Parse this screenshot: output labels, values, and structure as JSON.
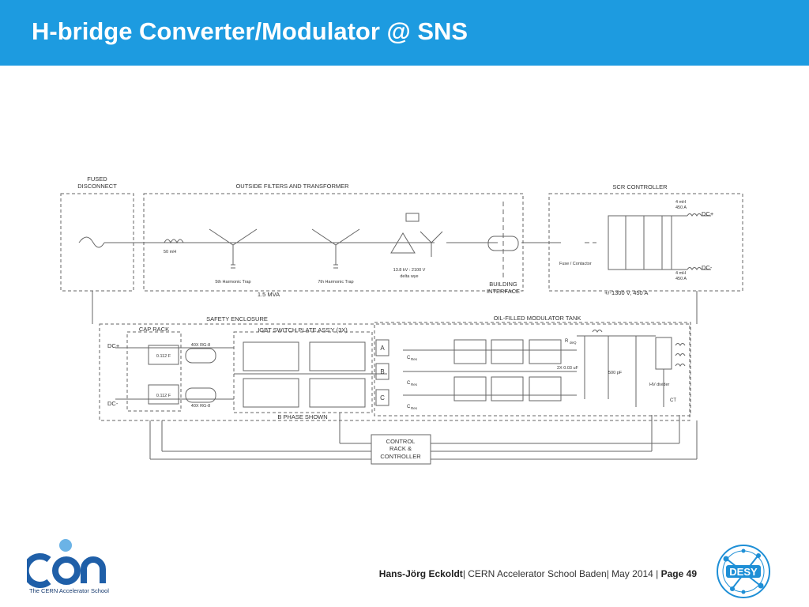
{
  "slide": {
    "title": "H-bridge Converter/Modulator @ SNS"
  },
  "diagram": {
    "fused_disconnect": [
      "FUSED",
      "DISCONNECT"
    ],
    "outside_filters": "OUTSIDE FILTERS AND TRANSFORMER",
    "inductor_50mh": "50 mH",
    "trap_5th": "5th Harmonic Trap",
    "trap_7th": "7th Harmonic Trap",
    "transformer": [
      "13.8 kV : 2100 V",
      "delta wye"
    ],
    "mva": "1.5 MVA",
    "building_interface": [
      "BUILDING",
      "INTERFACE"
    ],
    "scr_controller": "SCR CONTROLLER",
    "fuse_contactor": "Fuse / Contactor",
    "scr_rating": "+/-1300 V, 450 A",
    "dc_plus": "DC+",
    "dc_minus": "DC-",
    "choke_top": [
      "4 mH",
      "450 A"
    ],
    "choke_bottom": [
      "4 mH",
      "450 A"
    ],
    "safety_enclosure": "SAFETY ENCLOSURE",
    "cap_rack": "CAP RACK",
    "cap_value": "0.112 F",
    "cable": "40X RG-8",
    "igbt_plate": "IGBT SWITCH PLATE ASS'Y (3X)",
    "phase_shown": "B PHASE SHOWN",
    "oil_tank": "OIL-FILLED MODULATOR TANK",
    "phases": [
      "A",
      "B",
      "C"
    ],
    "c_res": "C",
    "c_res_sub": "Res",
    "r_deq": "R",
    "r_deq_sub": "deQ",
    "cap_2x": "2X 0.03 uF",
    "cap_500": "500 pF",
    "hv_divider": "HV divider",
    "ct": "CT",
    "control_rack": [
      "CONTROL",
      "RACK &",
      "CONTROLLER"
    ]
  },
  "footer": {
    "author": "Hans-Jörg Eckoldt",
    "event": "| CERN Accelerator School Baden| May 2014 | ",
    "page": "Page 49"
  },
  "logos": {
    "cas_caption": "The CERN Accelerator School",
    "desy": "DESY"
  },
  "colors": {
    "header": "#1d9be0",
    "cas_blue": "#1f5fa8",
    "desy_blue": "#1e8fd6"
  }
}
